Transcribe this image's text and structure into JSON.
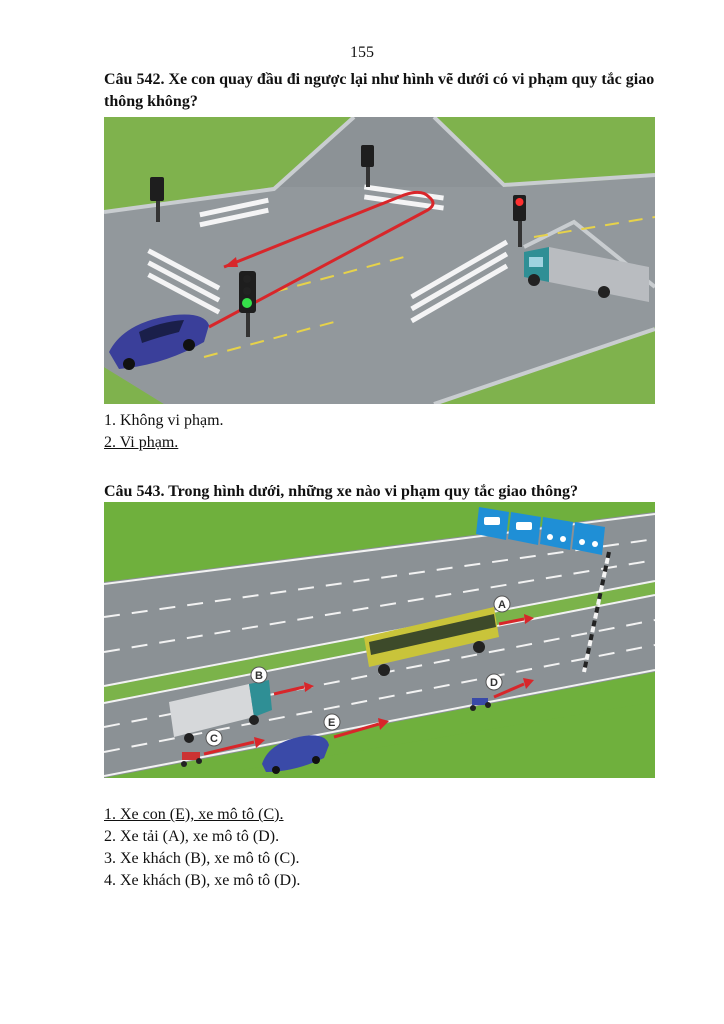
{
  "page_number": "155",
  "questions": [
    {
      "title": "Câu 542. Xe con quay đầu đi ngược lại như hình vẽ dưới có vi phạm quy tắc giao thông không?",
      "answers": [
        {
          "text": "1. Không vi phạm.",
          "underlined": false
        },
        {
          "text": "2. Vi phạm.",
          "underlined": true
        }
      ]
    },
    {
      "title": "Câu 543. Trong hình dưới, những xe nào vi phạm quy tắc giao thông?",
      "figure_labels": [
        "A",
        "B",
        "C",
        "D",
        "E"
      ],
      "answers": [
        {
          "text": "1. Xe con (E), xe mô tô (C).",
          "underlined": true
        },
        {
          "text": "2. Xe tải (A), xe mô tô (D).",
          "underlined": false
        },
        {
          "text": "3. Xe khách (B), xe mô tô (C).",
          "underlined": false
        },
        {
          "text": "4. Xe khách (B), xe mô tô (D).",
          "underlined": false
        }
      ]
    }
  ],
  "colors": {
    "grass": "#7bb34a",
    "road": "#8f9599",
    "arrow": "#d8262a",
    "sign": "#1f8fd6",
    "car": "#3a4aa8",
    "bus": "#c9c43a"
  }
}
